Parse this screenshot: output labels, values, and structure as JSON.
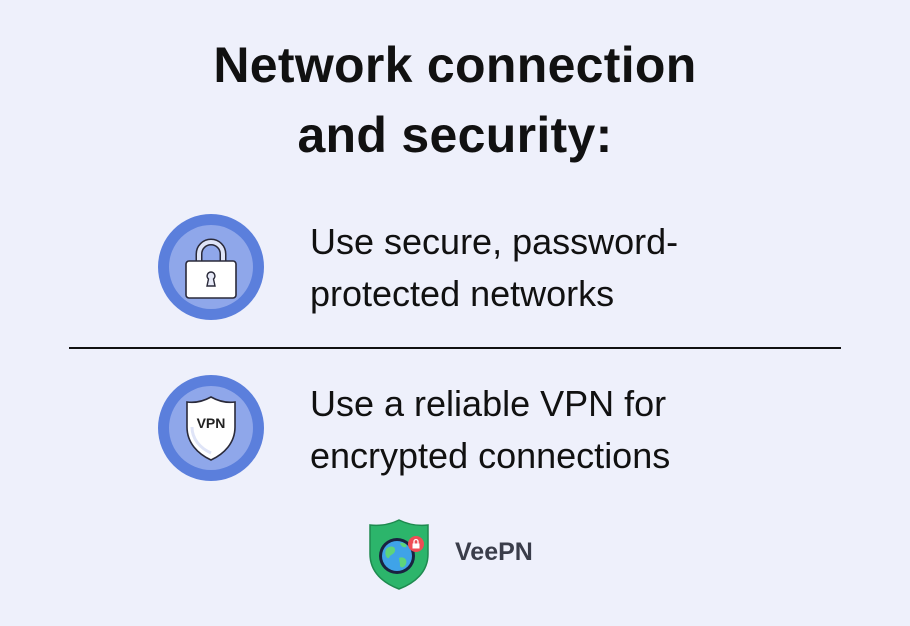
{
  "title": {
    "line1": "Network connection",
    "line2": "and security:"
  },
  "items": [
    {
      "icon": "lock-icon",
      "line1": "Use secure, password-",
      "line2": "protected networks"
    },
    {
      "icon": "vpn-shield-icon",
      "badge": "VPN",
      "line1": "Use a reliable VPN for",
      "line2": "encrypted connections"
    }
  ],
  "brand": {
    "name": "VeePN"
  },
  "colors": {
    "background": "#eef0fb",
    "ring": "#5b7fdc",
    "ring_inner": "#8fa7ea",
    "brand_green": "#2cb56b"
  }
}
